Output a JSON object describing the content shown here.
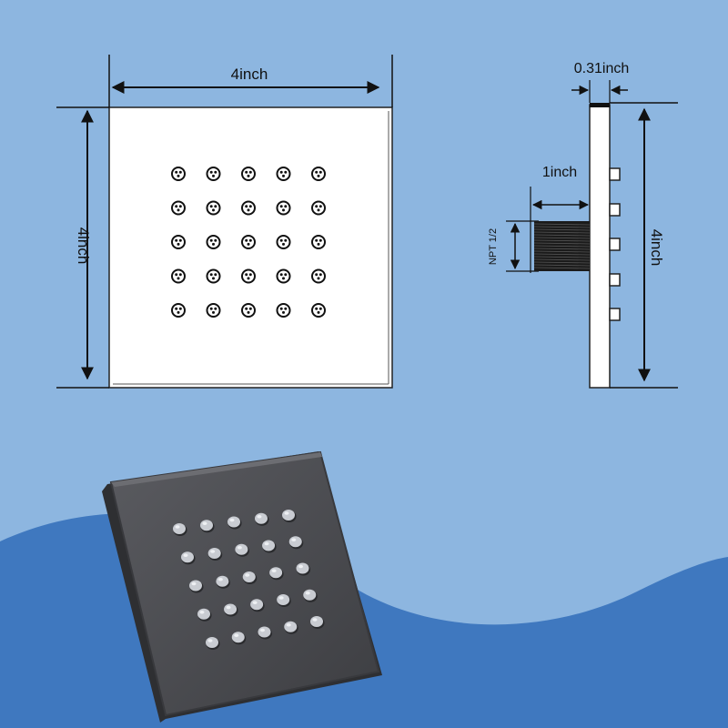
{
  "colors": {
    "background": "#8db6e0",
    "wave": "#3f78bf",
    "plate_face": "#ffffff",
    "outline": "#222222",
    "product": "#4d4e52",
    "nozzle": "#c9ccd2"
  },
  "front_view": {
    "width_label": "4inch",
    "height_label": "4inch",
    "nozzle_grid": {
      "rows": 5,
      "cols": 5
    }
  },
  "side_view": {
    "thickness_label": "0.31inch",
    "thread_length_label": "1inch",
    "thread_label": "NPT 1/2",
    "height_label": "4inch"
  },
  "product_photo": {
    "nozzle_grid": {
      "rows": 5,
      "cols": 5
    }
  }
}
